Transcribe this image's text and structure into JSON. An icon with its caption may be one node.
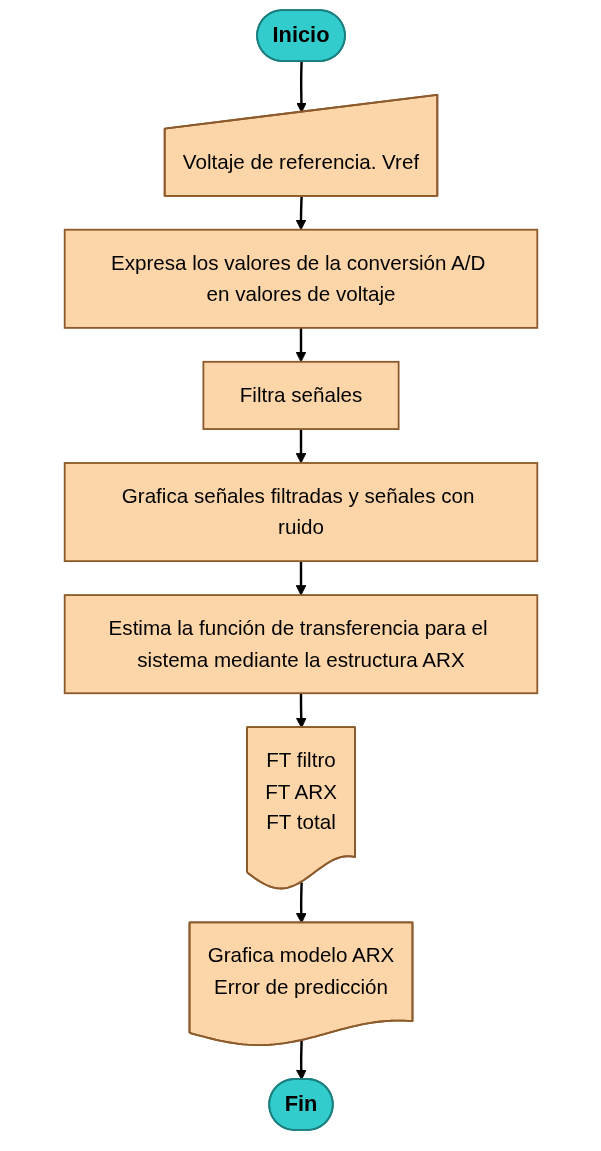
{
  "diagram": {
    "nodes": [
      {
        "text": [
          "Inicio"
        ]
      },
      {
        "text": [
          "Voltaje de referencia. Vref"
        ]
      },
      {
        "text": [
          "Expresa los valores de la conversión A/D en valores de voltaje"
        ]
      },
      {
        "text": [
          "Filtra señales"
        ]
      },
      {
        "text": [
          "Grafica señales filtradas y señales con ruido"
        ]
      },
      {
        "text": [
          "Estima la función de transferencia para el sistema mediante la estructura ARX"
        ]
      },
      {
        "text": [
          "FT filtro",
          "FT ARX",
          "FT total"
        ]
      },
      {
        "text": [
          "Grafica modelo ARX",
          "Error de predicción"
        ]
      },
      {
        "text": [
          "Fin"
        ]
      }
    ],
    "edges": [
      {
        "from": 0,
        "to": 1,
        "arrow": "to"
      },
      {
        "from": 1,
        "to": 2,
        "arrow": "to"
      },
      {
        "from": 2,
        "to": 3,
        "arrow": "to"
      },
      {
        "from": 3,
        "to": 4,
        "arrow": "to"
      },
      {
        "from": 4,
        "to": 5,
        "arrow": "to"
      },
      {
        "from": 5,
        "to": 6,
        "arrow": "to"
      },
      {
        "from": 6,
        "to": 7,
        "arrow": "to"
      },
      {
        "from": 7,
        "to": 8,
        "arrow": "to"
      }
    ]
  }
}
